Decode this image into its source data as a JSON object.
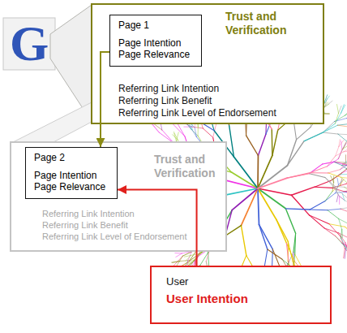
{
  "diagram": {
    "nodes": [
      {
        "text": [
          "Trust and Verification",
          "Referring Link Intention",
          "Referring Link Benefit",
          "Referring Link Level of Endorsement"
        ]
      },
      {
        "text": [
          "Page 1",
          "Page Intention",
          "Page Relevance"
        ],
        "in": 0
      },
      {
        "text": [
          "Trust and Verification",
          "Referring Link Intention",
          "Referring Link Benefit",
          "Referring Link Level of Endorsement"
        ]
      },
      {
        "text": [
          "Page 2",
          "Page Intention",
          "Page Relevance"
        ],
        "in": 2
      },
      {
        "text": [
          "User",
          "User Intention"
        ]
      }
    ],
    "edges": [
      {
        "from": 1,
        "to": 3,
        "arrow": "to"
      },
      {
        "from": 4,
        "to": 3,
        "arrow": "to"
      }
    ],
    "labels": [
      "G"
    ]
  }
}
